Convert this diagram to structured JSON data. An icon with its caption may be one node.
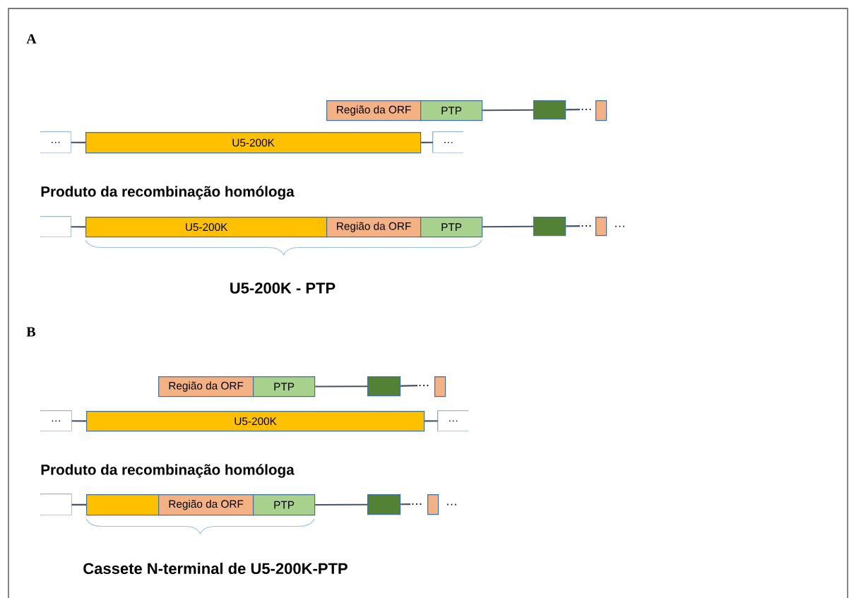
{
  "diagram": {
    "nodes": [
      {
        "text": [
          "Região da ORF"
        ]
      },
      {
        "text": [
          "PTP"
        ]
      },
      {
        "text": [],
        "shape": "box"
      },
      {
        "text": [
          "…"
        ]
      },
      {
        "text": [],
        "shape": "box"
      },
      {
        "text": [
          "…"
        ]
      },
      {
        "text": [
          "U5-200K"
        ]
      },
      {
        "text": [
          "…"
        ]
      },
      {
        "text": [],
        "shape": "box"
      },
      {
        "text": [
          "U5-200K"
        ]
      },
      {
        "text": [
          "Região da ORF"
        ]
      },
      {
        "text": [
          "PTP"
        ]
      },
      {
        "text": [],
        "shape": "box"
      },
      {
        "text": [
          "…"
        ]
      },
      {
        "text": [],
        "shape": "box",
        "beside": [
          "…"
        ]
      },
      {
        "text": [
          "Região da ORF"
        ]
      },
      {
        "text": [
          "PTP"
        ]
      },
      {
        "text": [],
        "shape": "box"
      },
      {
        "text": [
          "…"
        ]
      },
      {
        "text": [],
        "shape": "box"
      },
      {
        "text": [
          "…"
        ]
      },
      {
        "text": [
          "U5-200K"
        ]
      },
      {
        "text": [
          "…"
        ]
      },
      {
        "text": [],
        "shape": "box"
      },
      {
        "text": [],
        "shape": "box"
      },
      {
        "text": [
          "Região da ORF"
        ]
      },
      {
        "text": [
          "PTP"
        ]
      },
      {
        "text": [],
        "shape": "box"
      },
      {
        "text": [
          "…"
        ]
      },
      {
        "text": [],
        "shape": "box",
        "beside": [
          "…"
        ]
      }
    ],
    "edges": [
      {
        "from": 1,
        "to": 2,
        "arrow": "none"
      },
      {
        "from": 2,
        "to": 3,
        "arrow": "none"
      },
      {
        "from": 5,
        "to": 6,
        "arrow": "none"
      },
      {
        "from": 6,
        "to": 7,
        "arrow": "none"
      },
      {
        "from": 8,
        "to": 9,
        "arrow": "none"
      },
      {
        "from": 11,
        "to": 12,
        "arrow": "none"
      },
      {
        "from": 12,
        "to": 13,
        "arrow": "none"
      },
      {
        "from": 16,
        "to": 17,
        "arrow": "none"
      },
      {
        "from": 17,
        "to": 18,
        "arrow": "none"
      },
      {
        "from": 20,
        "to": 21,
        "arrow": "none"
      },
      {
        "from": 21,
        "to": 22,
        "arrow": "none"
      },
      {
        "from": 23,
        "to": 24,
        "arrow": "none"
      },
      {
        "from": 26,
        "to": 27,
        "arrow": "none"
      },
      {
        "from": 27,
        "to": 28,
        "arrow": "none"
      }
    ],
    "labels": [
      "A",
      "Produto da recombinação homóloga",
      "U5-200K - PTP",
      "B",
      "Produto da recombinação homóloga",
      "Cassete N-terminal de U5-200K-PTP"
    ]
  }
}
